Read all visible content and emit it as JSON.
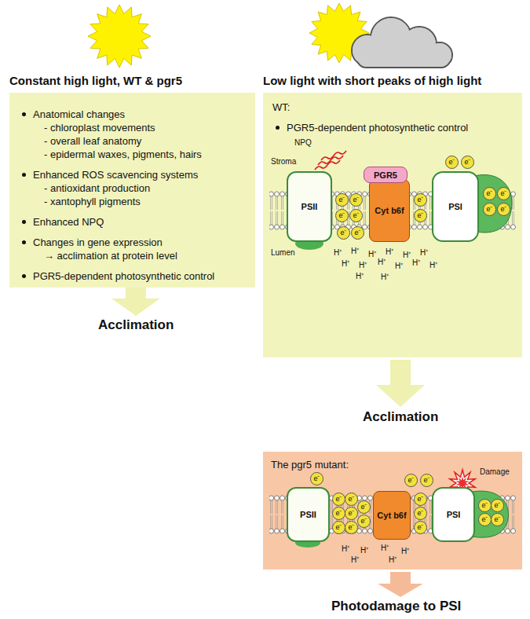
{
  "diagram": {
    "nodes": [
      {
        "text": [
          "Constant high light, WT & pgr5",
          "Anatomical changes",
          "- chloroplast movements",
          "- overall leaf anatomy",
          "- epidermal waxes, pigments, hairs",
          "Enhanced ROS scavencing systems",
          "- antioxidant production",
          "- xantophyll pigments",
          "Enhanced NPQ",
          "Changes in gene expression",
          "→ acclimation at protein level",
          "PGR5-dependent photosynthetic control"
        ]
      },
      {
        "text": [
          "Low light with short peaks of high light",
          "WT:",
          "PGR5-dependent photosynthetic control"
        ]
      },
      {
        "text": [
          "PSII"
        ],
        "in": 1
      },
      {
        "text": [
          "PGR5"
        ],
        "in": 1
      },
      {
        "text": [
          "Cyt b6f"
        ],
        "in": 1
      },
      {
        "text": [
          "PSI"
        ],
        "in": 1
      },
      {
        "text": [
          "The pgr5 mutant:"
        ]
      },
      {
        "text": [
          "PSII"
        ],
        "in": 6
      },
      {
        "text": [
          "Cyt b6f"
        ],
        "in": 6
      },
      {
        "text": [
          "PSI"
        ],
        "in": 6
      }
    ],
    "labels": [
      "Acclimation",
      "NPQ",
      "Stroma",
      "Lumen",
      "H⁺",
      "H⁺",
      "H⁺",
      "H⁺",
      "H⁺",
      "H⁺",
      "H⁺",
      "H⁺",
      "H⁺",
      "H⁺",
      "H⁺",
      "H⁺",
      "H⁺",
      "H⁺",
      "e⁻",
      "e⁻",
      "e⁻",
      "e⁻",
      "e⁻",
      "e⁻",
      "e⁻",
      "e⁻",
      "e⁻",
      "e⁻",
      "e⁻",
      "e⁻",
      "e⁻",
      "e⁻",
      "Acclimation",
      "Damage",
      "H⁺",
      "H⁺",
      "H⁺",
      "H⁺",
      "H⁺",
      "H⁺",
      "e⁻",
      "e⁻",
      "e⁻",
      "e⁻",
      "e⁻",
      "e⁻",
      "e⁻",
      "e⁻",
      "e⁻",
      "e⁻",
      "e⁻",
      "e⁻",
      "e⁻",
      "e⁻",
      "e⁻",
      "e⁻",
      "e⁻",
      "e⁻",
      "Photodamage to PSI"
    ]
  }
}
